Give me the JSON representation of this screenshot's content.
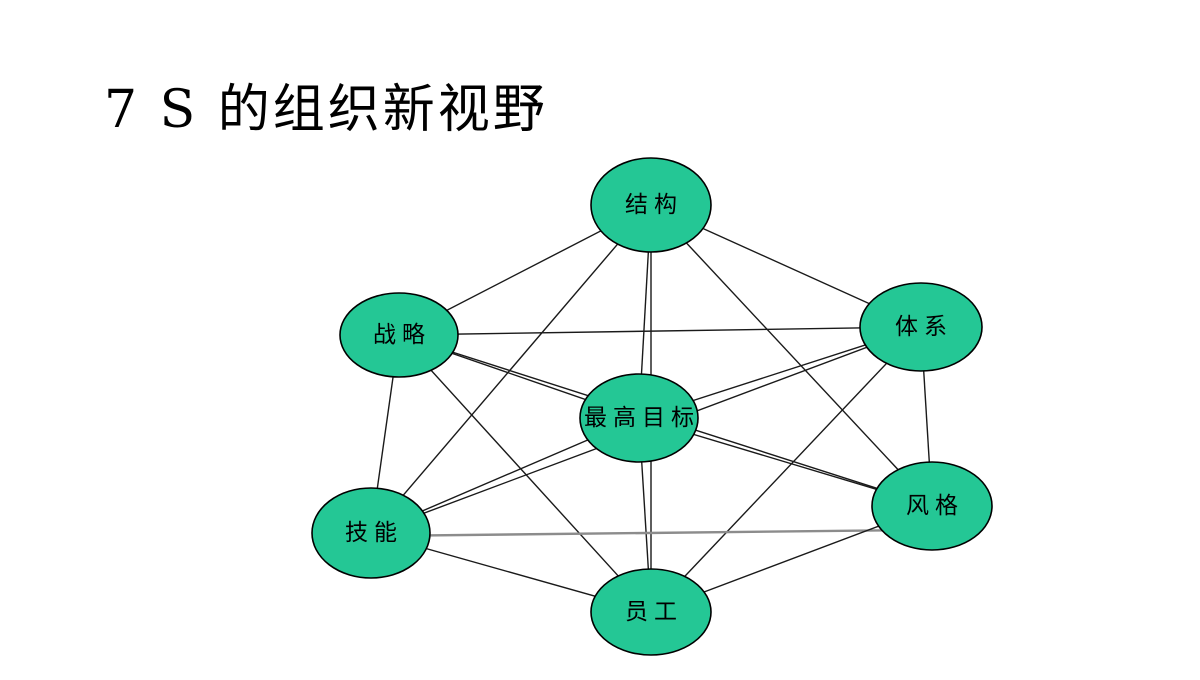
{
  "slide": {
    "title": "7 S 的组织新视野",
    "title_color": "#000000",
    "background_color": "#ffffff"
  },
  "diagram": {
    "type": "network",
    "description": "7S framework: seven elements fully interconnected",
    "node_fill_color": "#24C795",
    "node_border_color": "#000000",
    "label_color": "#000000",
    "edge_color": "#1a1a1a",
    "highlight_edge_color": "#8c8c8c",
    "nodes": [
      {
        "id": "structure",
        "label": "结构"
      },
      {
        "id": "strategy",
        "label": "战略"
      },
      {
        "id": "systems",
        "label": "体系"
      },
      {
        "id": "shared-goals",
        "label": "最高目标"
      },
      {
        "id": "skills",
        "label": "技能"
      },
      {
        "id": "style",
        "label": "风格"
      },
      {
        "id": "staff",
        "label": "员工"
      }
    ],
    "edges": [
      {
        "from": "structure",
        "to": "strategy"
      },
      {
        "from": "structure",
        "to": "systems"
      },
      {
        "from": "structure",
        "to": "shared-goals"
      },
      {
        "from": "structure",
        "to": "skills"
      },
      {
        "from": "structure",
        "to": "style"
      },
      {
        "from": "structure",
        "to": "staff"
      },
      {
        "from": "strategy",
        "to": "systems"
      },
      {
        "from": "strategy",
        "to": "shared-goals"
      },
      {
        "from": "strategy",
        "to": "skills"
      },
      {
        "from": "strategy",
        "to": "style"
      },
      {
        "from": "strategy",
        "to": "staff"
      },
      {
        "from": "systems",
        "to": "shared-goals"
      },
      {
        "from": "systems",
        "to": "skills"
      },
      {
        "from": "systems",
        "to": "style"
      },
      {
        "from": "systems",
        "to": "staff"
      },
      {
        "from": "shared-goals",
        "to": "skills"
      },
      {
        "from": "shared-goals",
        "to": "style"
      },
      {
        "from": "shared-goals",
        "to": "staff"
      },
      {
        "from": "skills",
        "to": "style",
        "style": "gray"
      },
      {
        "from": "skills",
        "to": "staff"
      },
      {
        "from": "staff",
        "to": "style"
      }
    ]
  }
}
